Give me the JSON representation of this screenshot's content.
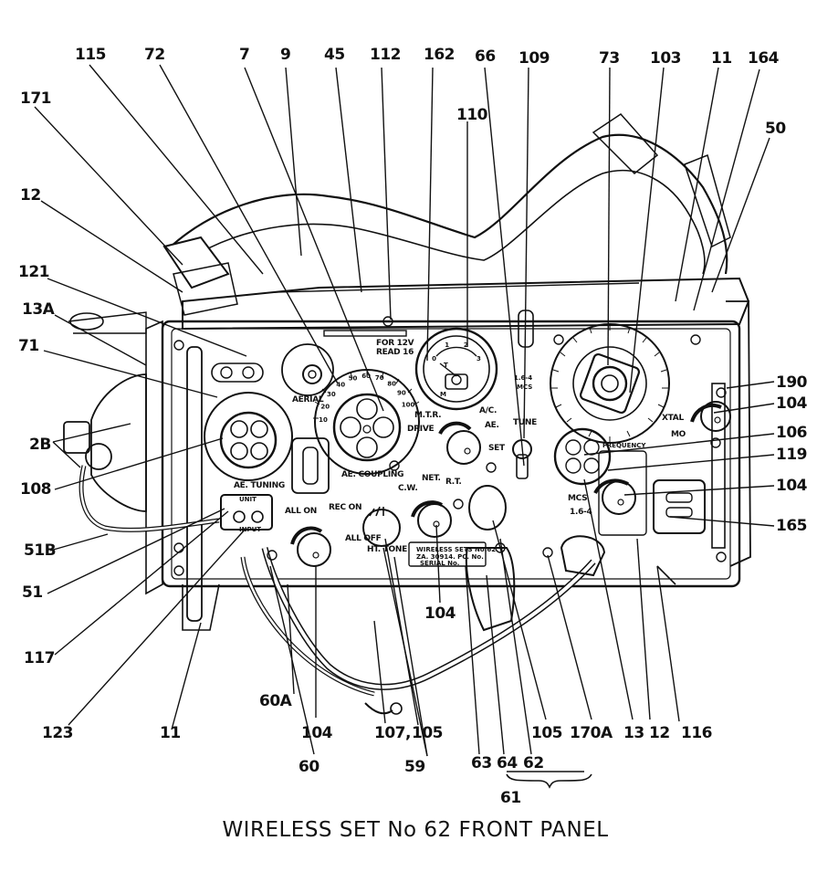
{
  "title": "WIRELESS SET No 62 FRONT PANEL",
  "callouts_top": [
    "115",
    "72",
    "7",
    "9",
    "45",
    "112",
    "162",
    "66",
    "109",
    "73",
    "103",
    "11",
    "164"
  ],
  "callouts": {
    "c171": "171",
    "c115": "115",
    "c72": "72",
    "c7": "7",
    "c9": "9",
    "c45": "45",
    "c112": "112",
    "c162": "162",
    "c66": "66",
    "c109": "109",
    "c73": "73",
    "c103": "103",
    "c11_top": "11",
    "c164": "164",
    "c110": "110",
    "c50": "50",
    "c12_left": "12",
    "c121": "121",
    "c13a": "13A",
    "c71": "71",
    "c2b": "2B",
    "c108": "108",
    "c51b": "51B",
    "c51": "51",
    "c117": "117",
    "c123": "123",
    "c11_bottom": "11",
    "c60a": "60A",
    "c60": "60",
    "c104_bottom_left": "104",
    "c107": "107,",
    "c105_left": "105",
    "c59": "59",
    "c104_center": "104",
    "c63": "63",
    "c64": "64",
    "c62": "62",
    "c61": "61",
    "c105_right": "105",
    "c170a": "170A",
    "c13": "13",
    "c12_bottom": "12",
    "c116": "116",
    "c190": "190",
    "c104_right_top": "104",
    "c106": "106",
    "c119": "119",
    "c104_right_mid": "104",
    "c165": "165"
  },
  "panel_labels": {
    "for12v_line1": "FOR 12V",
    "for12v_line2": "READ 16",
    "aerial": "AERIAL",
    "mtr": "M.T.R.",
    "drive": "DRIVE",
    "afc": "A/C.",
    "ae": "AE.",
    "tune": "TUNE",
    "set": "SET",
    "mcs_top": "1.6-4",
    "mcs_top2": "MCS",
    "xtal": "XTAL",
    "mo": "MO",
    "freq": "FREQUENCY",
    "af_tuning": "AE. TUNING",
    "unit": "UNIT",
    "input": "INPUT",
    "ae_coupling": "AE. COUPLING",
    "all_on": "ALL ON",
    "rec_on": "REC ON",
    "all_off": "ALL OFF",
    "ht_tone": "HT. TONE",
    "cw": "C.W.",
    "net": "NET.",
    "rt": "R.T.",
    "mcs_bottom": "MCS",
    "mcs_range": "1.6-4",
    "nameplate_1": "WIRELESS SETS No.62",
    "nameplate_2": "ZA. 30914. PC. No.",
    "nameplate_3": "SERIAL No.",
    "meter_m": "M",
    "meter_t": "T"
  },
  "dial_scales": {
    "ae_coupling_scale": [
      "10",
      "20",
      "30",
      "40",
      "50",
      "60",
      "70",
      "80",
      "90",
      "100"
    ],
    "meter_scale": [
      "0",
      "1",
      "2",
      "3"
    ]
  }
}
